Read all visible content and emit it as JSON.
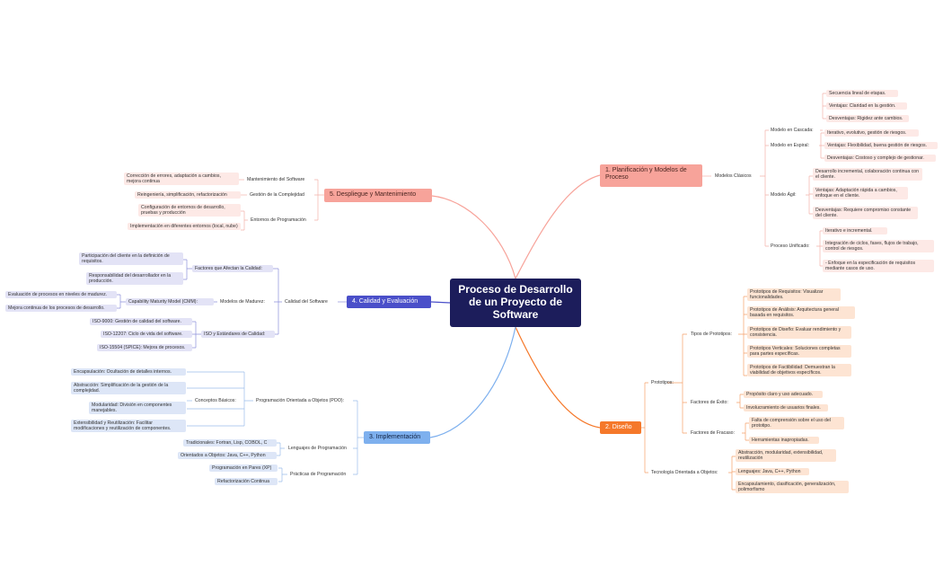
{
  "root": "Proceso de Desarrollo de un Proyecto de Software",
  "b1": {
    "title": "1. Planificación y Modelos de Proceso",
    "modelos": "Modelos Clásicos",
    "cascada": {
      "label": "Modelo en Cascada:",
      "items": [
        "Secuencia lineal de etapas.",
        "Ventajas: Claridad en la gestión.",
        "Desventajas: Rigidez ante cambios."
      ]
    },
    "espiral": {
      "label": "Modelo en Espiral:",
      "items": [
        "Iterativo, evolutivo, gestión de riesgos.",
        "Ventajas: Flexibilidad, buena gestión de riesgos.",
        "Desventajas: Costoso y complejo de gestionar."
      ]
    },
    "agil": {
      "label": "Modelo Ágil:",
      "items": [
        "Desarrollo incremental, colaboración continua con el cliente.",
        "Ventajas: Adaptación rápida a cambios, enfoque en el cliente.",
        "Desventajas: Requiere compromiso constante del cliente."
      ]
    },
    "unificado": {
      "label": "Proceso Unificado:",
      "items": [
        "Iterativo e incremental.",
        "Integración de ciclos, fases, flujos de trabajo, control de riesgos.",
        "- Enfoque en la especificación de requisitos mediante casos de uso."
      ]
    }
  },
  "b2": {
    "title": "2. Diseño",
    "prototipos": "Prototipos:",
    "tipos": {
      "label": "Tipos de Prototipos:",
      "items": [
        "Prototipos de Requisitos: Visualizar funcionalidades.",
        "Prototipos de Análisis: Arquitectura general basada en requisitos.",
        "Prototipos de Diseño: Evaluar rendimiento y consistencia.",
        "Prototipos Verticales: Soluciones completas para partes específicas.",
        "Prototipos de Factibilidad: Demuestran la viabilidad de objetivos específicos."
      ]
    },
    "exito": {
      "label": "Factores de Éxito:",
      "items": [
        "Propósito claro y uso adecuado.",
        "Involucramiento de usuarios finales."
      ]
    },
    "fracaso": {
      "label": "Factores de Fracaso:",
      "items": [
        "Falta de comprensión sobre el uso del prototipo.",
        "Herramientas inapropiadas."
      ]
    },
    "tecno": {
      "label": "Tecnología Orientada a Objetos:",
      "items": [
        "Abstracción, modularidad, extensibilidad, reutilización",
        "Lenguajes: Java, C++, Python",
        "Encapsulamiento, clasificación, generalización, polimorfismo"
      ]
    }
  },
  "b3": {
    "title": "3. Implementación",
    "poo": "Programación Orientada a Objetos (POO):",
    "conceptos": {
      "label": "Conceptos Básicos:",
      "items": [
        "Encapsulación: Ocultación de detalles internos.",
        "Abstracción: Simplificación de la gestión de la complejidad.",
        "Modularidad: División en componentes manejables.",
        "Extensibilidad y Reutilización: Facilitar modificaciones y reutilización de componentes."
      ]
    },
    "lenguajes": {
      "label": "Lenguajes de Programación",
      "items": [
        "Tradicionales: Fortran, Lisp, COBOL, C",
        "Orientados a Objetos: Java, C++, Python"
      ]
    },
    "practicas": {
      "label": "Prácticas de Programación",
      "items": [
        "Programación en Pares (XP)",
        "Refactorización Continua"
      ]
    }
  },
  "b4": {
    "title": "4. Calidad y Evaluación",
    "calidad": "Calidad del Software",
    "factores": {
      "label": "Factores que Afectan la Calidad:",
      "items": [
        "Participación del cliente en la definición de requisitos.",
        "Responsabilidad del desarrollador en la producción."
      ]
    },
    "madurez": {
      "label": "Modelos de Madurez:",
      "cmm": "Capability Maturity Model (CMM):",
      "items": [
        "Evaluación de procesos en niveles de madurez.",
        "Mejora continua de los procesos de desarrollo."
      ]
    },
    "iso": {
      "label": "ISO y Estándares de Calidad:",
      "items": [
        "ISO-9000: Gestión de calidad del software.",
        "ISO-12207: Ciclo de vida del software.",
        "ISO-15504 (SPICE): Mejora de procesos."
      ]
    }
  },
  "b5": {
    "title": "5. Despliegue y Mantenimiento",
    "mant": {
      "label": "Mantenimiento del Software",
      "item": "Corrección de errores, adaptación a cambios, mejora continua"
    },
    "comp": {
      "label": "Gestión de la Complejidad",
      "item": "Reingeniería, simplificación, refactorización"
    },
    "ent": {
      "label": "Entornos de Programación",
      "items": [
        "Configuración de entornos de desarrollo, pruebas y producción",
        "Implementación en diferentes entornos (local, nube)"
      ]
    }
  },
  "colors": {
    "root": "#1c1d5b",
    "b1": "#f7a39a",
    "b2": "#f5782a",
    "b3": "#7eb0ee",
    "b4": "#4a4fc9",
    "b5": "#f7a39a"
  }
}
